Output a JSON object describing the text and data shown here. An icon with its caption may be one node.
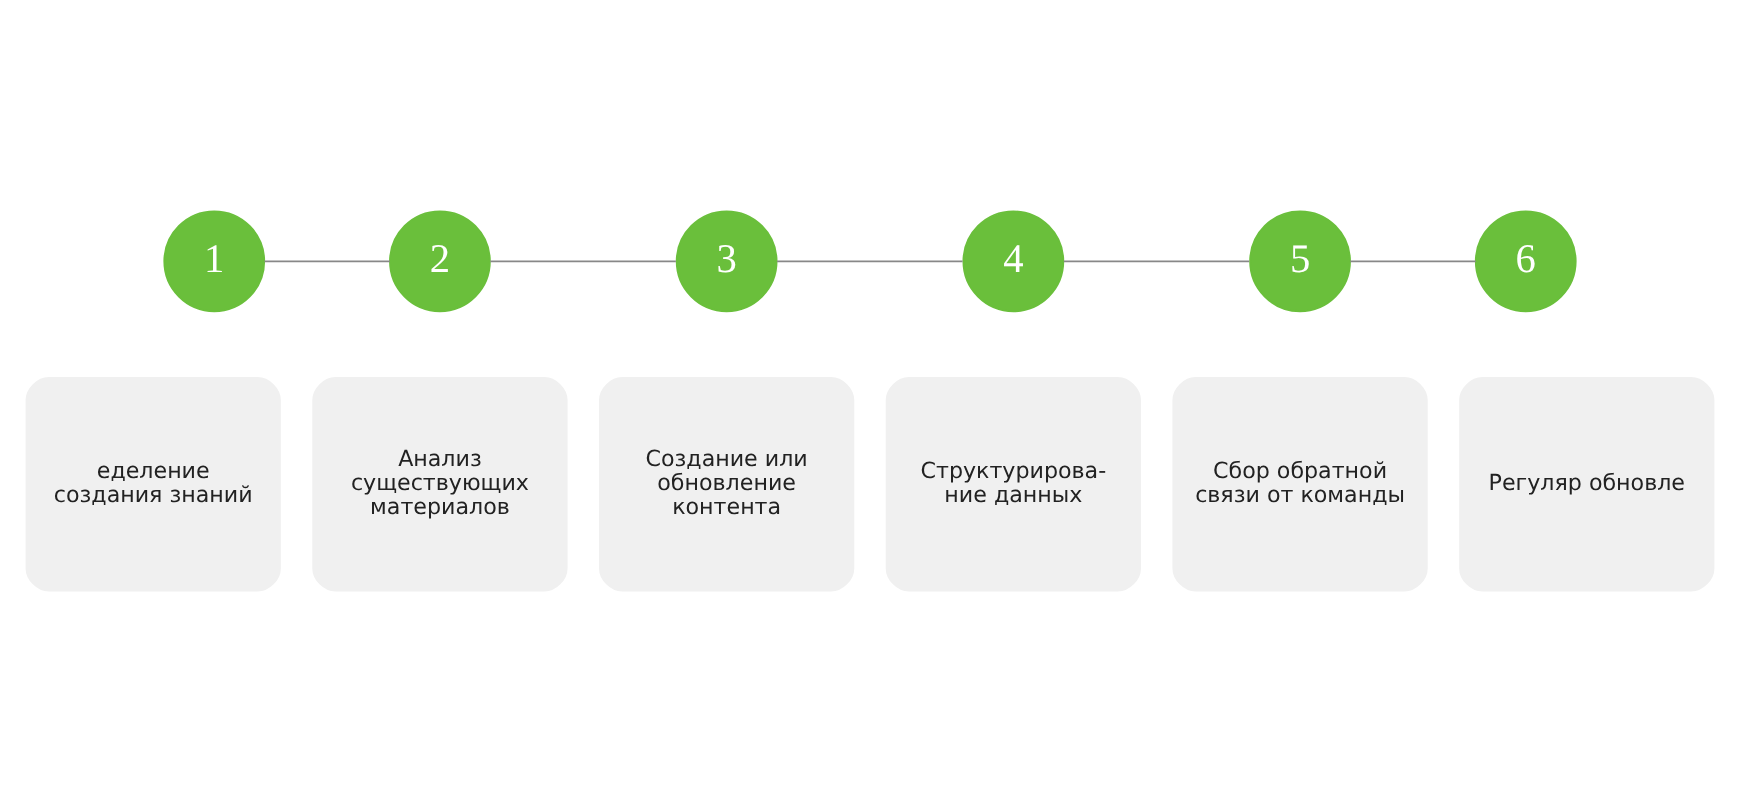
{
  "diagram": {
    "nodes": [
      {
        "text": [
          "1"
        ]
      },
      {
        "text": [
          "2"
        ]
      },
      {
        "text": [
          "3"
        ]
      },
      {
        "text": [
          "4"
        ]
      },
      {
        "text": [
          "5"
        ]
      },
      {
        "text": [
          "6"
        ]
      },
      {
        "text": [
          "еделение создания знаний"
        ]
      },
      {
        "text": [
          "Анализ существующих материалов"
        ]
      },
      {
        "text": [
          "Создание или обновление контента"
        ]
      },
      {
        "text": [
          "Структурирова- ние данных"
        ]
      },
      {
        "text": [
          "Сбор обратной связи от команды"
        ]
      },
      {
        "text": [
          "Регуляр обновле"
        ]
      }
    ],
    "edges": [
      {
        "from": 0,
        "to": 1,
        "arrow": "none"
      },
      {
        "from": 1,
        "to": 2,
        "arrow": "none"
      },
      {
        "from": 2,
        "to": 3,
        "arrow": "none"
      },
      {
        "from": 3,
        "to": 4,
        "arrow": "none"
      },
      {
        "from": 4,
        "to": 5,
        "arrow": "none"
      }
    ]
  }
}
